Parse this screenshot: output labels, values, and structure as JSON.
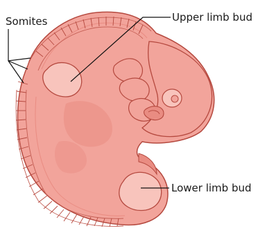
{
  "labels": {
    "somites": "Somites",
    "upper_limb_bud": "Upper limb bud",
    "lower_limb_bud": "Lower limb bud"
  },
  "colors": {
    "body_fill": "#f2a49b",
    "body_outline": "#b5493f",
    "shade": "#e98c82",
    "highlight": "#f8c4bc",
    "leader_line": "#111111",
    "text": "#1a1a1a"
  }
}
